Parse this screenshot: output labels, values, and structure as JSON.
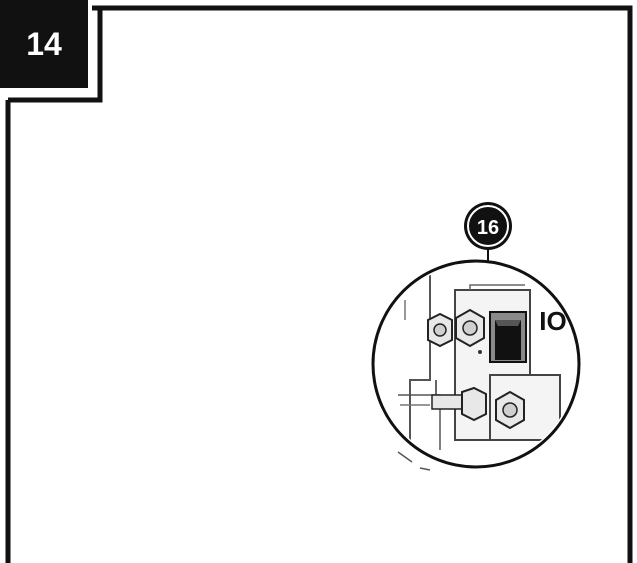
{
  "step": {
    "number": "14"
  },
  "callout": {
    "number": "16",
    "switch_label": "IO"
  },
  "colors": {
    "ink": "#111111",
    "paper": "#ffffff",
    "shade": "#cfcfcf",
    "mid": "#8a8a8a"
  },
  "icons": {
    "switch": "rocker-switch-icon",
    "nut": "hex-nut-icon"
  }
}
